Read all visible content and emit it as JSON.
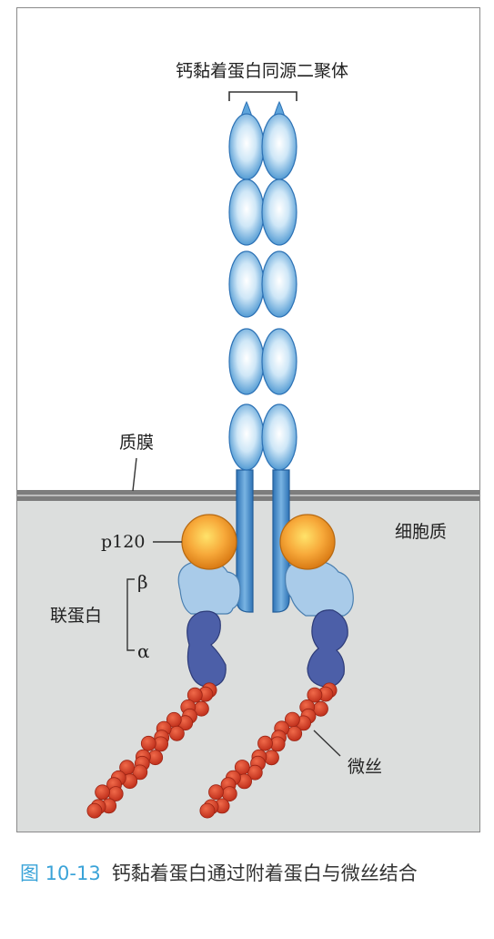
{
  "labels": {
    "homodimer": "钙黏着蛋白同源二聚体",
    "membrane": "质膜",
    "cytoplasm": "细胞质",
    "p120": "p120",
    "catenin": "联蛋白",
    "beta": "β",
    "alpha": "α",
    "microfilament": "微丝"
  },
  "caption": {
    "number": "图 10-13",
    "text": "钙黏着蛋白通过附着蛋白与微丝结合"
  }
}
